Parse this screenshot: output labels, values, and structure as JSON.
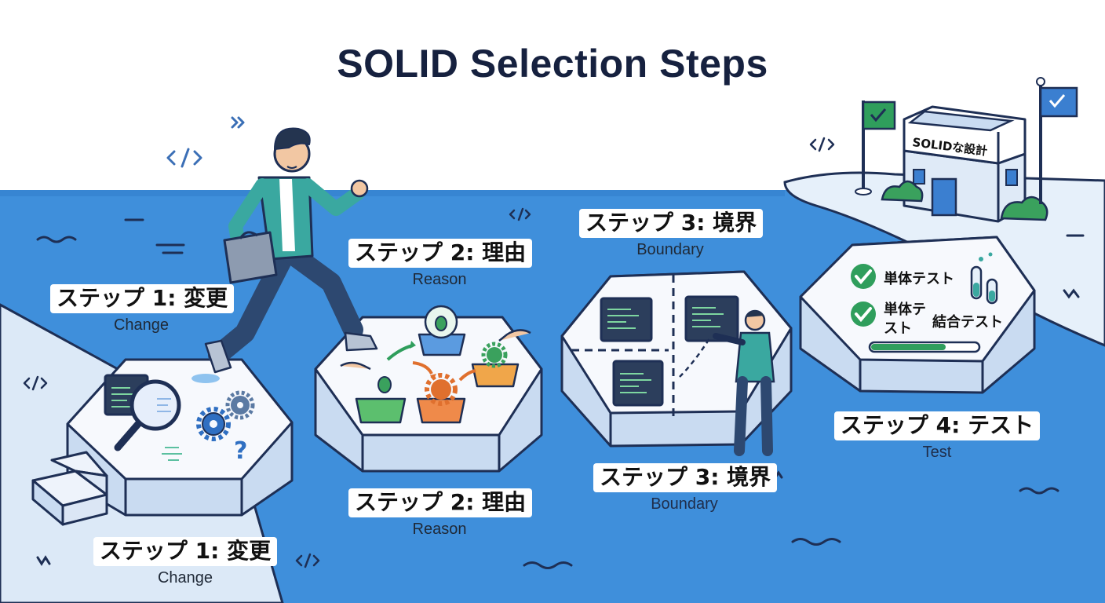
{
  "title": "SOLID Selection Steps",
  "building_sign": "SOLIDな設計",
  "steps": [
    {
      "jp": "ステップ 1: 変更",
      "en": "Change"
    },
    {
      "jp": "ステップ 2: 理由",
      "en": "Reason"
    },
    {
      "jp": "ステップ 3: 境界",
      "en": "Boundary"
    },
    {
      "jp": "ステップ 4: テスト",
      "en": "Test"
    }
  ],
  "test_panel": {
    "item1": "単体テスト",
    "item2_line1": "単体テ",
    "item2_line2": "スト",
    "item3": "結合テスト",
    "progress": 0.7
  },
  "code_glyph": "</>",
  "colors": {
    "water": "#3f8fdb",
    "water_light": "#6aa9e6",
    "shore": "#dfeaf7",
    "platform_top": "#f7f9fd",
    "platform_side": "#c9dbf1",
    "accent_green": "#2f9e5c",
    "accent_orange": "#e0702e",
    "title": "#16213f"
  }
}
